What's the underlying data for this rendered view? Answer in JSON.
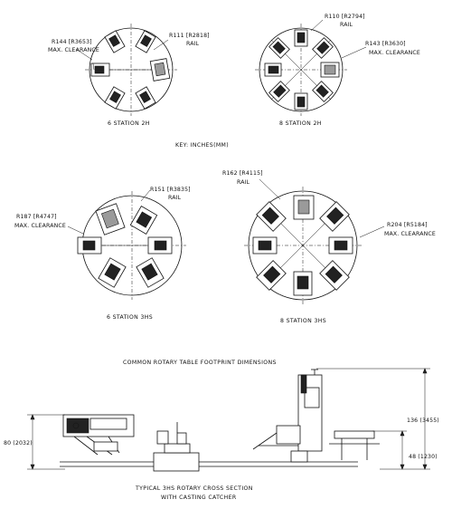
{
  "labels": {
    "s6_2h": {
      "rail": "R111 [R2818]",
      "rail_word": "RAIL",
      "clearance": "R144 [R3653]",
      "clearance_word": "MAX. CLEARANCE",
      "caption": "6 STATION 2H"
    },
    "s8_2h": {
      "rail": "R110 [R2794]",
      "rail_word": "RAIL",
      "clearance": "R143 [R3630]",
      "clearance_word": "MAX. CLEARANCE",
      "caption": "8 STATION 2H"
    },
    "key": "KEY: INCHES(MM)",
    "s6_3hs": {
      "rail": "R151 [R3835]",
      "rail_word": "RAIL",
      "clearance": "R187 [R4747]",
      "clearance_word": "MAX. CLEARANCE",
      "caption": "6 STATION 3HS"
    },
    "s8_3hs": {
      "rail": "R162 [R4115]",
      "rail_word": "RAIL",
      "clearance": "R204 [R5184]",
      "clearance_word": "MAX. CLEARANCE",
      "caption": "8 STATION 3HS"
    },
    "footprint_title": "COMMON ROTARY TABLE FOOTPRINT DIMENSIONS",
    "cross_section": {
      "dim_left": "80 (2032)",
      "dim_right_top": "136 (3455)",
      "dim_right_low": "48 (1230)",
      "caption_1": "TYPICAL 3HS ROTARY CROSS SECTION",
      "caption_2": "WITH CASTING CATCHER"
    }
  }
}
